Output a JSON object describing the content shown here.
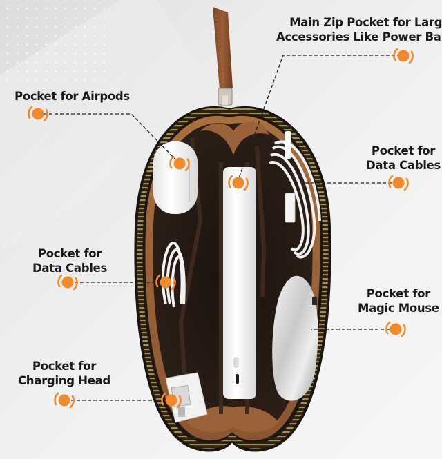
{
  "callouts": {
    "main_pocket": {
      "line1": "Main Zip Pocket for Large",
      "line2": "Accessories Like Power Banks"
    },
    "airpods": {
      "line1": "Pocket for Airpods"
    },
    "data_cables_right": {
      "line1": "Pocket for",
      "line2": "Data Cables"
    },
    "data_cables_left": {
      "line1": "Pocket for",
      "line2": "Data Cables"
    },
    "magic_mouse": {
      "line1": "Pocket for",
      "line2": "Magic Mouse"
    },
    "charging_head": {
      "line1": "Pocket for",
      "line2": "Charging Head"
    }
  },
  "colors": {
    "marker_orange": "#f08a2a",
    "leather_brown": "#8b5a34",
    "lining_dark": "#3a2a20",
    "zipper_brass": "#8a7540",
    "label_text": "#1a1a1a"
  },
  "icons": {
    "marker": "pulse-dot-icon"
  }
}
